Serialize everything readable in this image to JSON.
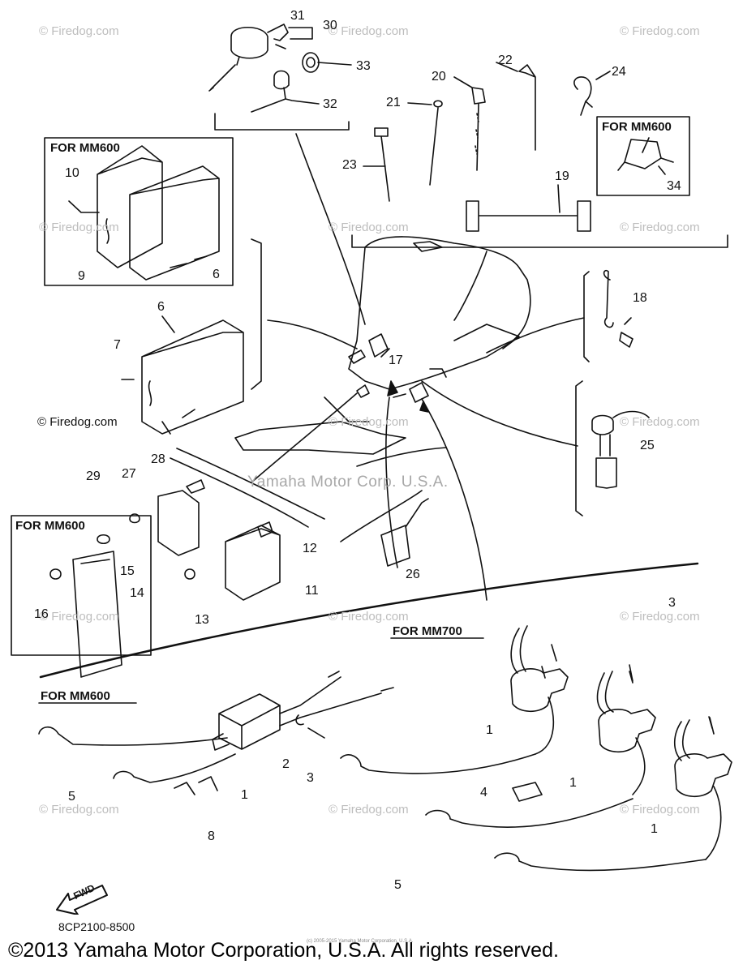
{
  "watermark": "© Firedog.com",
  "center_watermark": "Yamaha Motor Corp. U.S.A.",
  "boxes": {
    "mm600_cdi": "FOR MM600",
    "mm600_clip": "FOR MM600",
    "mm600_bracket": "FOR MM600",
    "mm600_coil": "FOR MM600",
    "mm700_coil": "FOR MM700"
  },
  "callouts": [
    "31",
    "30",
    "33",
    "32",
    "22",
    "20",
    "24",
    "21",
    "23",
    "19",
    "34",
    "10",
    "9",
    "6",
    "6",
    "18",
    "7",
    "17",
    "25",
    "28",
    "27",
    "29",
    "12",
    "15",
    "14",
    "16",
    "13",
    "11",
    "26",
    "3",
    "1",
    "1",
    "4",
    "1",
    "2",
    "3",
    "5",
    "5",
    "8",
    "1"
  ],
  "fwd_label": "FWD",
  "part_number": "8CP2100-8500",
  "tiny_copyright": "(c) 2005-2015 Yamaha Motor Corporation, U.S.A.",
  "footer": "©2013 Yamaha Motor Corporation, U.S.A. All rights reserved."
}
